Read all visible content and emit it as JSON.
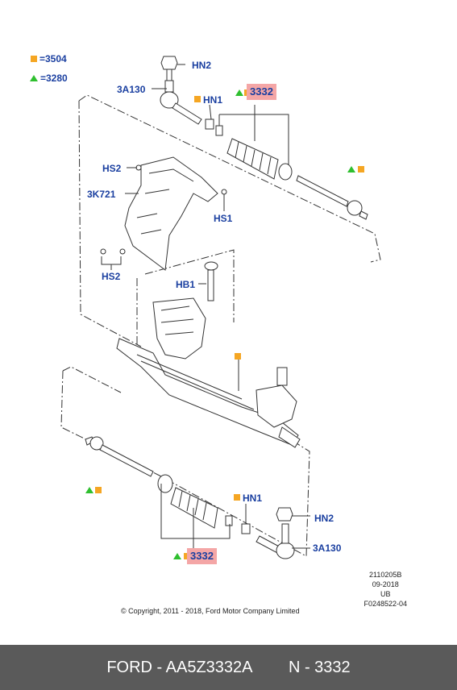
{
  "legend": [
    {
      "symbol": "orange-square",
      "text": "=3504"
    },
    {
      "symbol": "green-triangle",
      "text": "=3280"
    }
  ],
  "labels": {
    "hn2_top": "HN2",
    "a3130_top": "3A130",
    "hn1_top": "HN1",
    "part3332_top": "3332",
    "hs2_top": "HS2",
    "k3721": "3K721",
    "hs1": "HS1",
    "hs2_bottom": "HS2",
    "hb1": "HB1",
    "hn1_bottom": "HN1",
    "hn2_bottom": "HN2",
    "a3130_bottom": "3A130",
    "part3332_bottom": "3332"
  },
  "reference": {
    "line1": "2110205B",
    "line2": "09-2018",
    "line3": "UB",
    "line4": "F0248522-04"
  },
  "copyright": "© Copyright, 2011 - 2018, Ford Motor Company Limited",
  "footer": {
    "brand_part": "FORD - AA5Z3332A",
    "ref_number": "N - 3332"
  },
  "colors": {
    "label_blue": "#1a3fa0",
    "highlight": "#f4a6a6",
    "square_orange": "#f5a623",
    "triangle_green": "#2fbf2f",
    "footer_bg": "#5a5a5a"
  }
}
